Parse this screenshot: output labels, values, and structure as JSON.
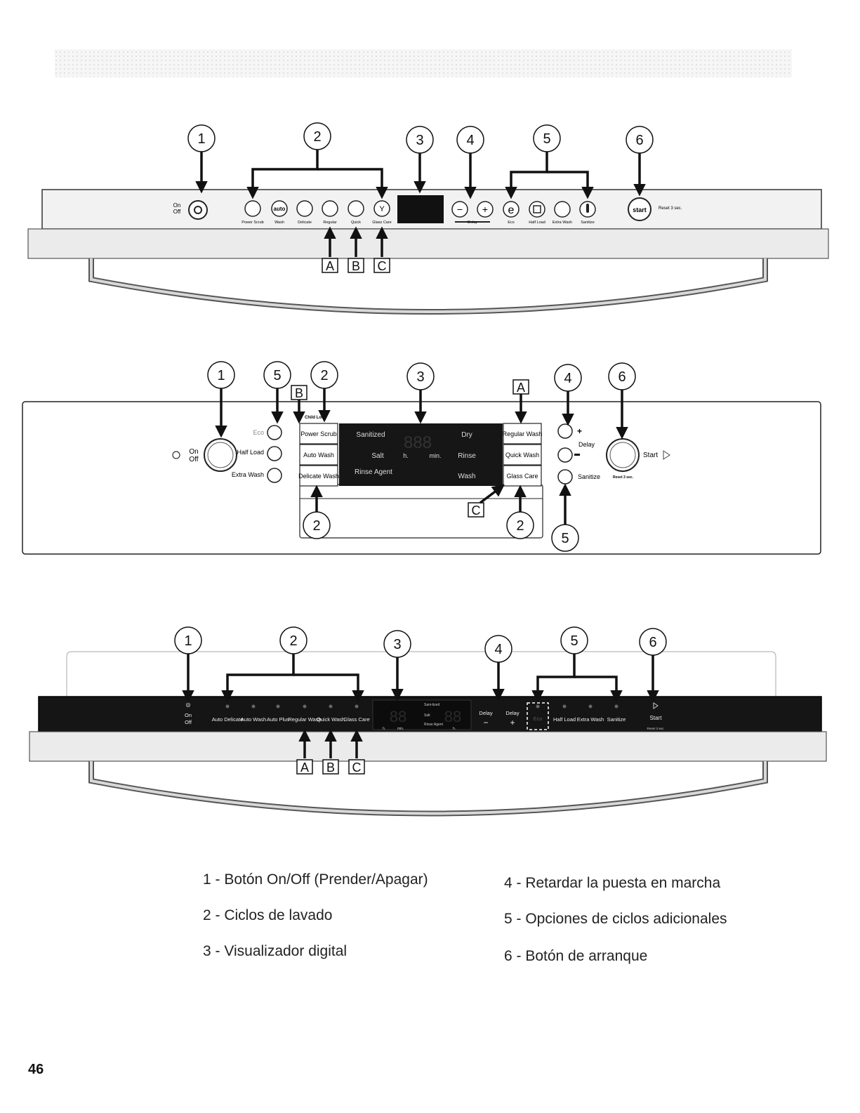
{
  "callout_numbers": [
    "1",
    "2",
    "3",
    "4",
    "5",
    "6"
  ],
  "callout_letters": [
    "A",
    "B",
    "C"
  ],
  "panel1": {
    "on": "On",
    "off": "Off",
    "buttons": [
      "Power Scrub",
      "Wash",
      "Delicate",
      "Regular",
      "Quick",
      "Glass Care"
    ],
    "auto_icon": "auto",
    "delay": "Delay",
    "options": [
      "Eco",
      "Half Load",
      "Extra Wash",
      "Sanitize"
    ],
    "start": "start",
    "reset": "Reset 3 sec."
  },
  "panel2": {
    "child_lock": "Child Lock",
    "on": "On",
    "off": "Off",
    "options": [
      "Eco",
      "Half Load",
      "Extra Wash"
    ],
    "left_buttons": [
      "Power Scrub",
      "Auto Wash",
      "Delicate Wash"
    ],
    "right_buttons": [
      "Regular Wash",
      "Quick Wash",
      "Glass Care"
    ],
    "display": {
      "sanitized": "Sanitized",
      "salt": "Salt",
      "rinse_agent": "Rinse Agent",
      "h": "h.",
      "min": "min.",
      "dry": "Dry",
      "rinse": "Rinse",
      "wash": "Wash"
    },
    "delay": "Delay",
    "sanitize": "Sanitize",
    "start": "Start",
    "reset": "Reset 3 sec."
  },
  "panel3": {
    "on": "On",
    "off": "Off",
    "buttons": [
      "Auto Delicate",
      "Auto Wash",
      "Auto Plus",
      "Regular Wash",
      "Quick Wash",
      "Glass Care"
    ],
    "display": {
      "sanitized": "Sani-tized",
      "salt": "Salt",
      "rinse_agent": "Rinse Agent",
      "h": "h.",
      "min": "min."
    },
    "delay": "Delay",
    "options": [
      "Eco",
      "Half Load",
      "Extra Wash",
      "Sanitize"
    ],
    "start": "Start",
    "reset": "Reset 3 sec."
  },
  "legend": [
    "1 - Botón On/Off (Prender/Apagar)",
    "2 - Ciclos de lavado",
    "3 - Visualizador digital",
    "4 - Retardar la puesta en marcha",
    "5 - Opciones de ciclos adicionales",
    "6 - Botón de arranque"
  ],
  "page_number": "46"
}
